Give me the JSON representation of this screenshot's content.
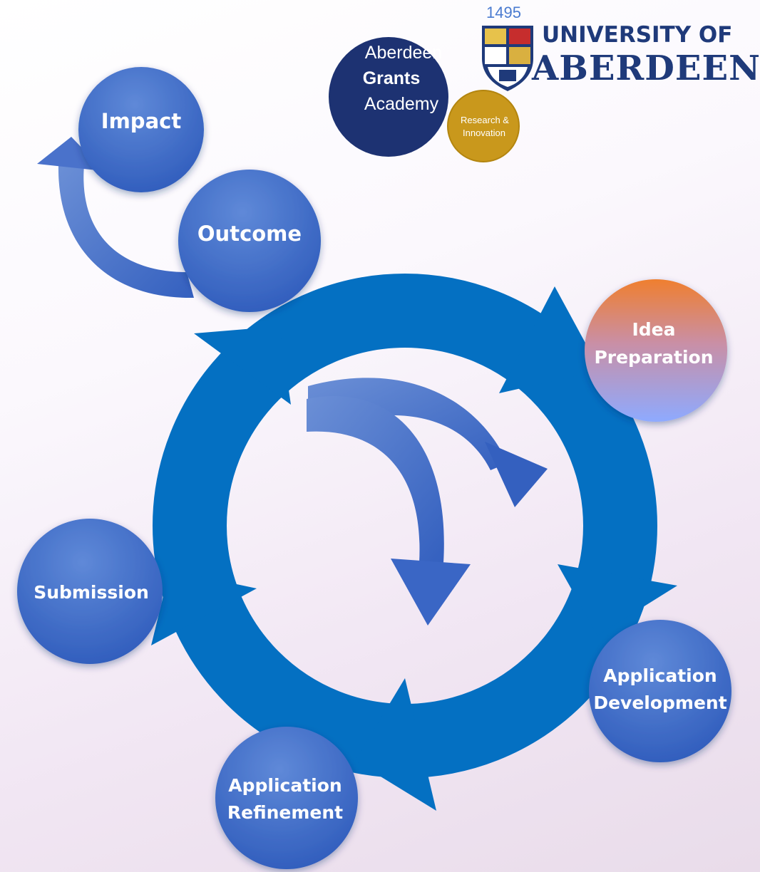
{
  "logo": {
    "founded": "1495",
    "university_line1": "UNIVERSITY OF",
    "university_line2": "ABERDEEN",
    "academy_line1": "Aberdeen",
    "academy_line2": "Grants",
    "academy_line3": "Academy",
    "badge_line1": "Research &",
    "badge_line2": "Innovation"
  },
  "cycle": {
    "idea_line1": "Idea",
    "idea_line2": "Preparation",
    "development_line1": "Application",
    "development_line2": "Development",
    "refinement_line1": "Application",
    "refinement_line2": "Refinement",
    "submission": "Submission",
    "outcome": "Outcome",
    "impact": "Impact"
  },
  "colors": {
    "ring": "#0470c2",
    "node": "#3d6ac6",
    "academy": "#1d3272",
    "badge": "#c9981c",
    "idea_top": "#ef7f2f",
    "idea_bottom": "#8eaaff"
  }
}
